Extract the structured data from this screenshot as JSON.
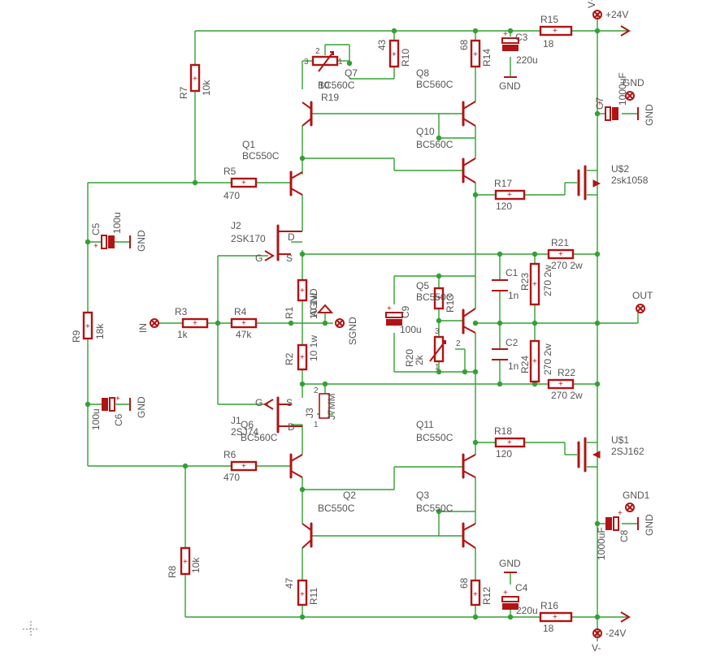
{
  "rails": {
    "vplus": "V+",
    "vplus_value": "+24V",
    "vminus": "V-",
    "vminus_value": "-24V"
  },
  "power_caps": {
    "c7": {
      "ref": "C7",
      "value": "1000uF",
      "gnd": "GND"
    },
    "c7_gnd": "GND",
    "c8": {
      "ref": "C8",
      "value": "1000uF",
      "gnd": "GND1"
    },
    "c8_gnd": "GND"
  },
  "components": {
    "r15": {
      "ref": "R15",
      "value": "18"
    },
    "r16": {
      "ref": "R16",
      "value": "18"
    },
    "r14": {
      "ref": "R14",
      "value": "68"
    },
    "r12": {
      "ref": "R12",
      "value": "68"
    },
    "r10": {
      "ref": "R10",
      "value": "43"
    },
    "r11": {
      "ref": "R11",
      "value": "47"
    },
    "r19": {
      "ref": "R19",
      "value": "10"
    },
    "r7": {
      "ref": "R7",
      "value": "10k"
    },
    "r8": {
      "ref": "R8",
      "value": "10k"
    },
    "r5": {
      "ref": "R5",
      "value": "470"
    },
    "r6": {
      "ref": "R6",
      "value": "470"
    },
    "r9": {
      "ref": "R9",
      "value": "18k"
    },
    "r3": {
      "ref": "R3",
      "value": "1k"
    },
    "r4": {
      "ref": "R4",
      "value": "47k"
    },
    "r1": {
      "ref": "R1",
      "value": "10 1w"
    },
    "r2": {
      "ref": "R2",
      "value": "10 1w"
    },
    "r13": {
      "ref": "R13",
      "value": "1k"
    },
    "r20": {
      "ref": "R20",
      "value": "2k"
    },
    "r17": {
      "ref": "R17",
      "value": "120"
    },
    "r18": {
      "ref": "R18",
      "value": "120"
    },
    "r21": {
      "ref": "R21",
      "value": "270 2w"
    },
    "r22": {
      "ref": "R22",
      "value": "270 2w"
    },
    "r23": {
      "ref": "R23",
      "value": "270 2w"
    },
    "r24": {
      "ref": "R24",
      "value": "270 2w"
    },
    "c1": {
      "ref": "C1",
      "value": "1n"
    },
    "c2": {
      "ref": "C2",
      "value": "1n"
    },
    "c3": {
      "ref": "C3",
      "value": "220u",
      "gnd": "GND"
    },
    "c4": {
      "ref": "C4",
      "value": "220u",
      "gnd": "GND"
    },
    "c5": {
      "ref": "C5",
      "value": "100u",
      "gnd": "GND"
    },
    "c6": {
      "ref": "C6",
      "value": "100u",
      "gnd": "GND"
    },
    "c9": {
      "ref": "C9",
      "value": "100u"
    },
    "q1": {
      "ref": "Q1",
      "value": "BC550C"
    },
    "q2": {
      "ref": "Q2",
      "value": "BC550C"
    },
    "q3": {
      "ref": "Q3",
      "value": "BC550C"
    },
    "q5": {
      "ref": "Q5",
      "value": "BC550C"
    },
    "q6": {
      "ref": "Q6",
      "value": "BC560C"
    },
    "q7": {
      "ref": "Q7",
      "value": "BC560C"
    },
    "q8": {
      "ref": "Q8",
      "value": "BC560C"
    },
    "q10": {
      "ref": "Q10",
      "value": "BC560C"
    },
    "q11": {
      "ref": "Q11",
      "value": "BC550C"
    },
    "j1": {
      "ref": "J1",
      "value": "2SJ74"
    },
    "j2": {
      "ref": "J2",
      "value": "2SK170"
    },
    "j3": {
      "ref": "J3",
      "value": "J7MM"
    },
    "u1": {
      "ref": "U$1",
      "value": "2SJ162"
    },
    "u2": {
      "ref": "U$2",
      "value": "2sk1058"
    }
  },
  "pins": {
    "g": "G",
    "s": "S",
    "d": "D",
    "p1": "1",
    "p2": "2",
    "p3": "3"
  },
  "ports": {
    "in": "IN",
    "out": "OUT",
    "agnd": "AGND",
    "sgnd": "SGND"
  }
}
